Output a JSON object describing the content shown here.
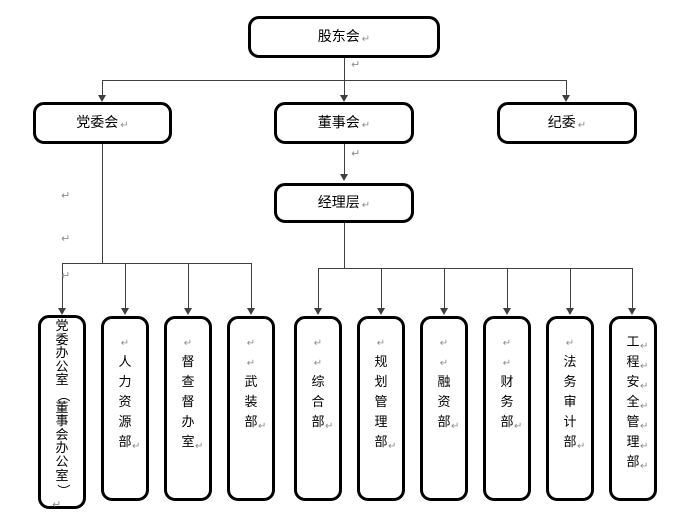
{
  "diagram": {
    "type": "org-chart",
    "pilcrow_glyph": "↵",
    "pilcrow_color": "#8c8c8c",
    "line_color": "#3f3f3f",
    "node_border_color": "#000000",
    "node_fill_color": "#ffffff"
  },
  "nodes": {
    "top": {
      "label": "股东会"
    },
    "level2": [
      {
        "label": "党委会"
      },
      {
        "label": "董事会"
      },
      {
        "label": "纪委"
      }
    ],
    "level3": {
      "label": "经理层"
    },
    "departments": [
      {
        "label": "党委办公室（董事会办公室）",
        "leading_pilcrows": 0,
        "pilcrow_after_each": false,
        "tall": true,
        "trailing_pilcrow_inside": false
      },
      {
        "label": "人力资源部",
        "leading_pilcrows": 1,
        "pilcrow_after_each": false,
        "tall": false,
        "trailing_pilcrow_inside": true
      },
      {
        "label": "督查督办室",
        "leading_pilcrows": 1,
        "pilcrow_after_each": false,
        "tall": false,
        "trailing_pilcrow_inside": true
      },
      {
        "label": "武装部",
        "leading_pilcrows": 2,
        "pilcrow_after_each": false,
        "tall": false,
        "trailing_pilcrow_inside": true
      },
      {
        "label": "综合部",
        "leading_pilcrows": 2,
        "pilcrow_after_each": false,
        "tall": false,
        "trailing_pilcrow_inside": true
      },
      {
        "label": "规划管理部",
        "leading_pilcrows": 1,
        "pilcrow_after_each": false,
        "tall": false,
        "trailing_pilcrow_inside": true
      },
      {
        "label": "融资部",
        "leading_pilcrows": 2,
        "pilcrow_after_each": false,
        "tall": false,
        "trailing_pilcrow_inside": true
      },
      {
        "label": "财务部",
        "leading_pilcrows": 2,
        "pilcrow_after_each": false,
        "tall": false,
        "trailing_pilcrow_inside": true
      },
      {
        "label": "法务审计部",
        "leading_pilcrows": 1,
        "pilcrow_after_each": false,
        "tall": false,
        "trailing_pilcrow_inside": true
      },
      {
        "label": "工程安全管理部",
        "leading_pilcrows": 0,
        "pilcrow_after_each": true,
        "tall": false,
        "trailing_pilcrow_inside": false
      }
    ]
  }
}
